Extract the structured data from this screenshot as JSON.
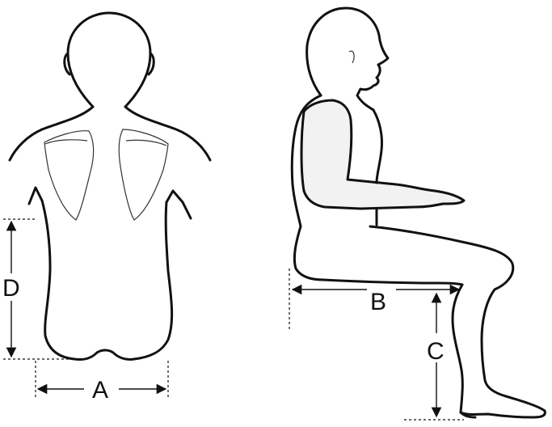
{
  "labels": {
    "A": "A",
    "B": "B",
    "C": "C",
    "D": "D"
  },
  "colors": {
    "line": "#111111",
    "arm_fill": "#f2f2f2"
  }
}
